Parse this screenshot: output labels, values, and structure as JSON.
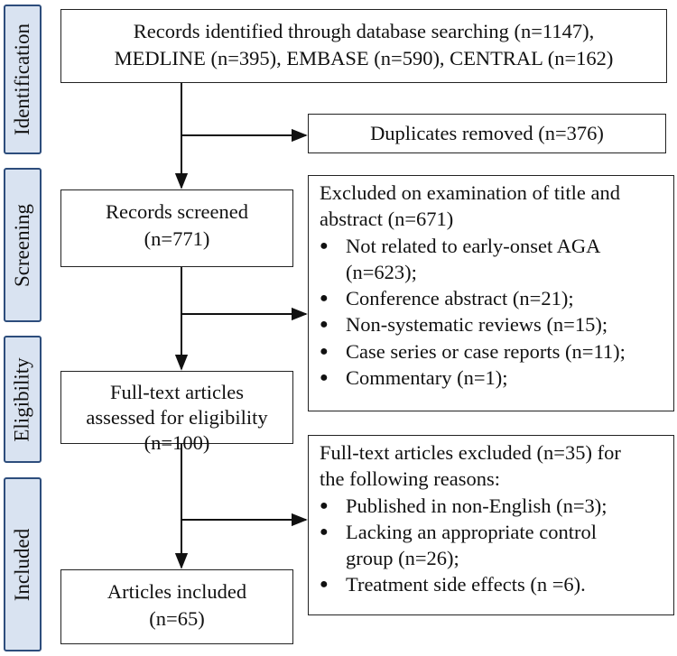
{
  "stages": {
    "identification": "Identification",
    "screening": "Screening",
    "eligibility": "Eligibility",
    "included": "Included"
  },
  "identified": {
    "line1": "Records identified through database searching (n=1147),",
    "line2": "MEDLINE (n=395), EMBASE (n=590), CENTRAL (n=162)"
  },
  "duplicates": {
    "text": "Duplicates removed (n=376)"
  },
  "screened": {
    "line1": "Records screened",
    "line2": "(n=771)"
  },
  "excluded_title": {
    "header1": "Excluded on examination of title and",
    "header2": "abstract (n=671)",
    "bullet": "●",
    "items": [
      "Not related to early-onset AGA",
      "(n=623);",
      "Conference abstract (n=21);",
      "Non-systematic reviews (n=15);",
      "Case series or case reports (n=11);",
      "Commentary (n=1);"
    ]
  },
  "fulltext": {
    "line1": "Full-text articles",
    "line2": "assessed for eligibility",
    "line3": "(n=100)"
  },
  "excluded_fulltext": {
    "header1": "Full-text articles excluded (n=35) for",
    "header2": "the following reasons:",
    "items": [
      "Published in non-English (n=3);",
      "Lacking an appropriate control",
      "group (n=26);",
      "Treatment side effects (n =6)."
    ]
  },
  "included_box": {
    "line1": "Articles included",
    "line2": "(n=65)"
  },
  "colors": {
    "stage_fill": "#d9e3f1",
    "stage_border": "#2d4d7c",
    "box_border": "#222222"
  }
}
